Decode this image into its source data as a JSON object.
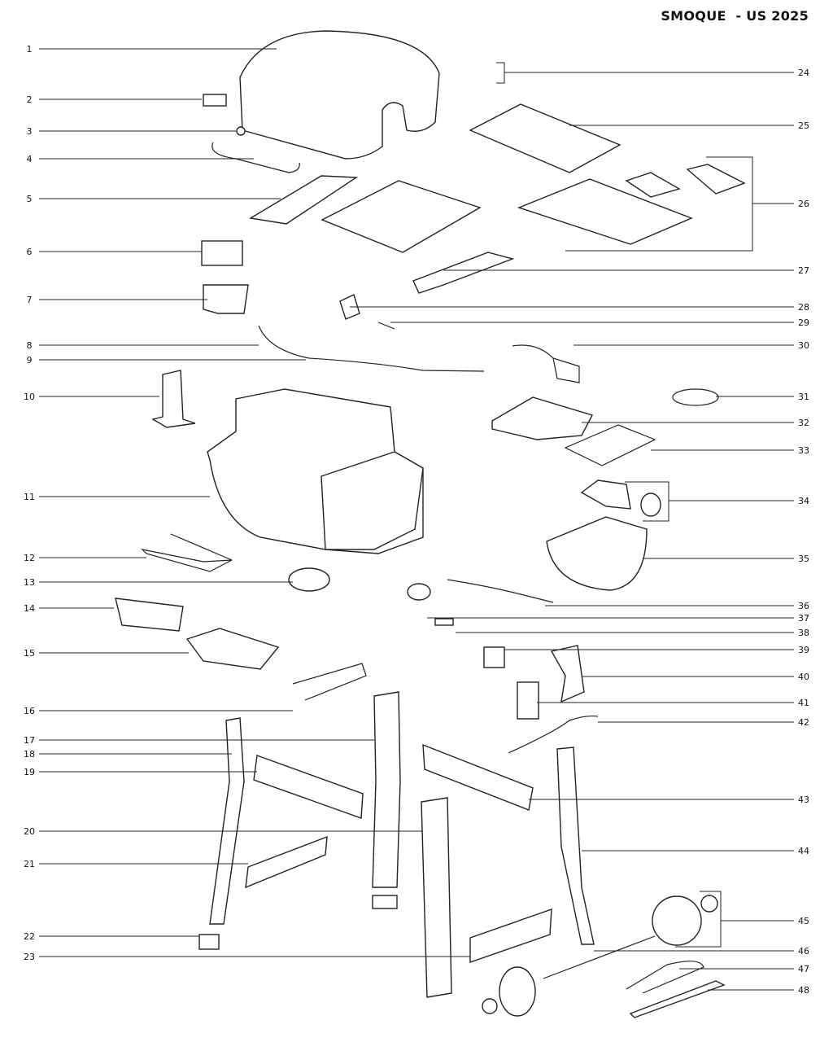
{
  "title": "SMOQUE  - US 2025",
  "left_labels": [
    "1",
    "2",
    "3",
    "4",
    "5",
    "6",
    "7",
    "8",
    "9",
    "10",
    "11",
    "12",
    "13",
    "14",
    "15",
    "16",
    "17",
    "18",
    "19",
    "20",
    "21",
    "22",
    "23"
  ],
  "right_labels": [
    "24",
    "25",
    "26",
    "27",
    "28",
    "29",
    "30",
    "31",
    "32",
    "33",
    "34",
    "35",
    "36",
    "37",
    "38",
    "39",
    "40",
    "41",
    "42",
    "43",
    "44",
    "45",
    "46",
    "47",
    "48"
  ]
}
